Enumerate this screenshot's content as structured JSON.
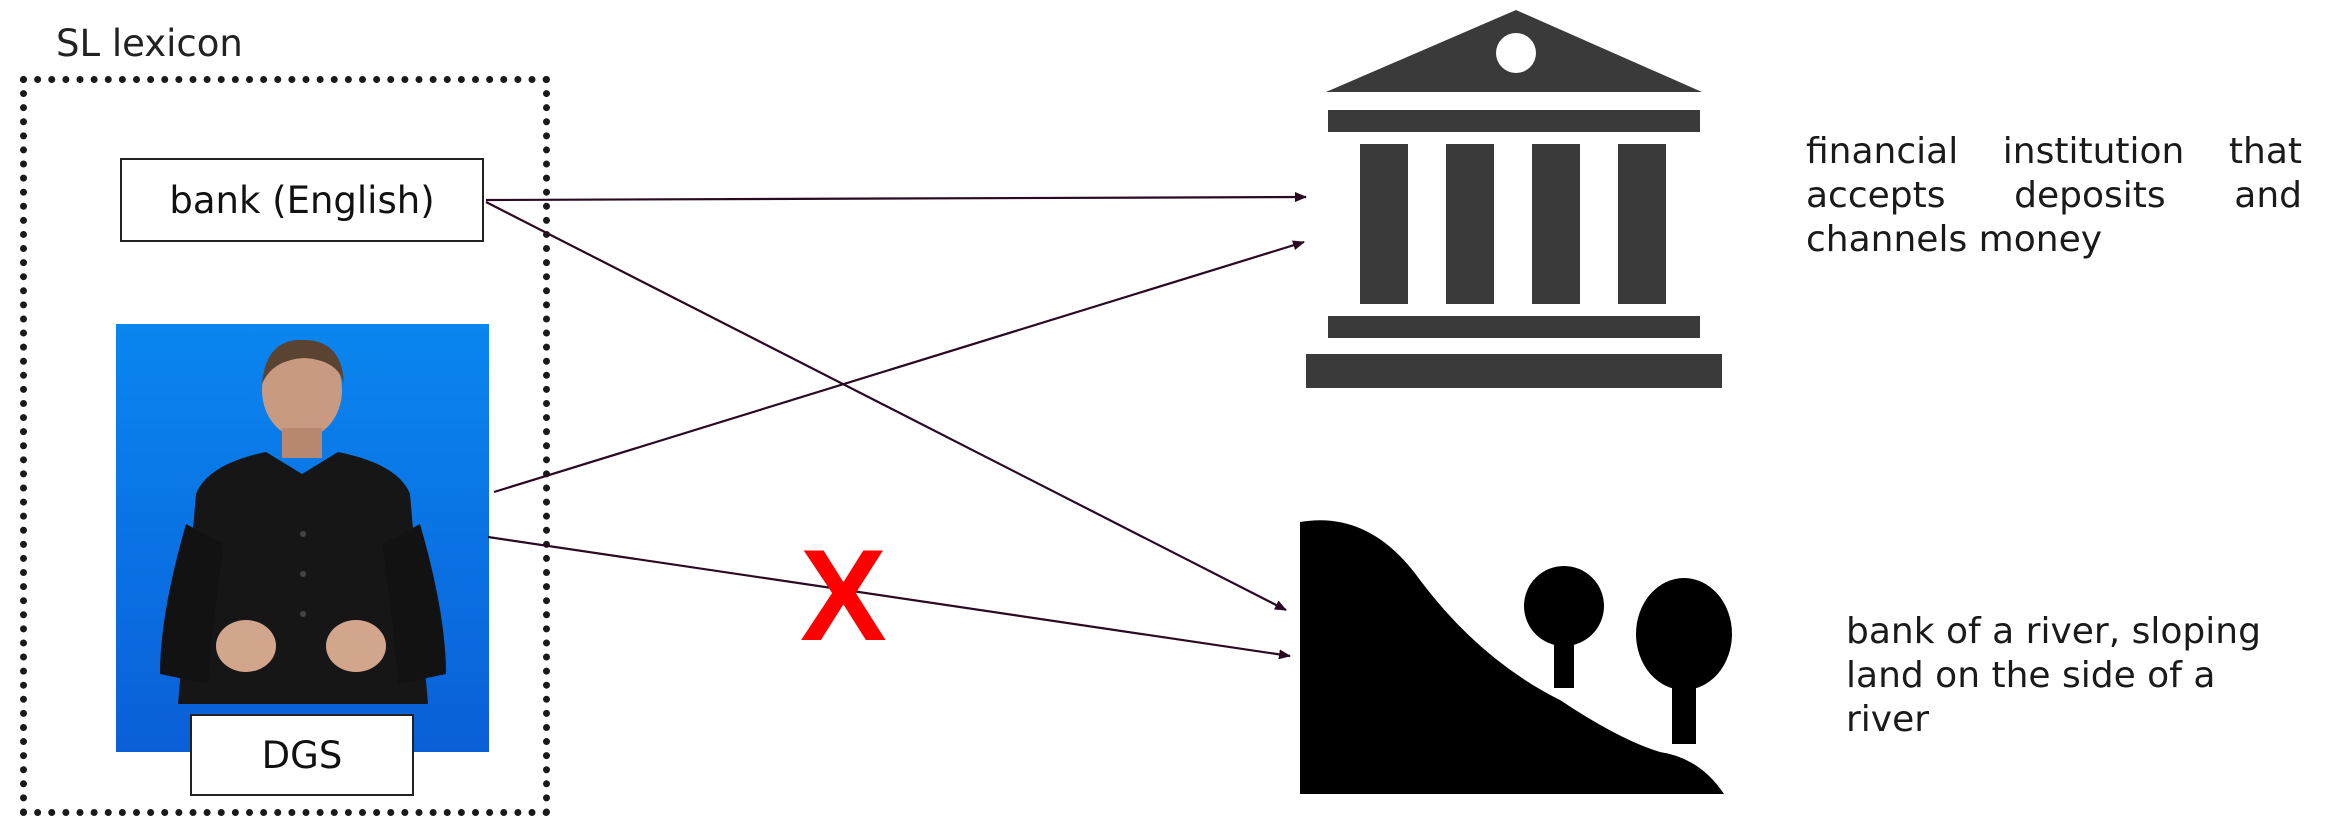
{
  "lexicon": {
    "label": "SL lexicon"
  },
  "english_entry": {
    "label": "bank (English)"
  },
  "dgs_entry": {
    "label": "DGS"
  },
  "definitions": {
    "financial": "financial institution that accepts deposits and channels money",
    "river": "bank of a river, sloping land on the side of a river"
  },
  "cross": {
    "symbol": "X",
    "color": "#ff0000"
  },
  "colors": {
    "icon": "#3a3a3a",
    "river_icon": "#000000",
    "photo_bg": "#0a78e8",
    "arrow": "#2a0a22"
  },
  "icons": [
    "bank-building-icon",
    "riverbank-trees-icon"
  ]
}
